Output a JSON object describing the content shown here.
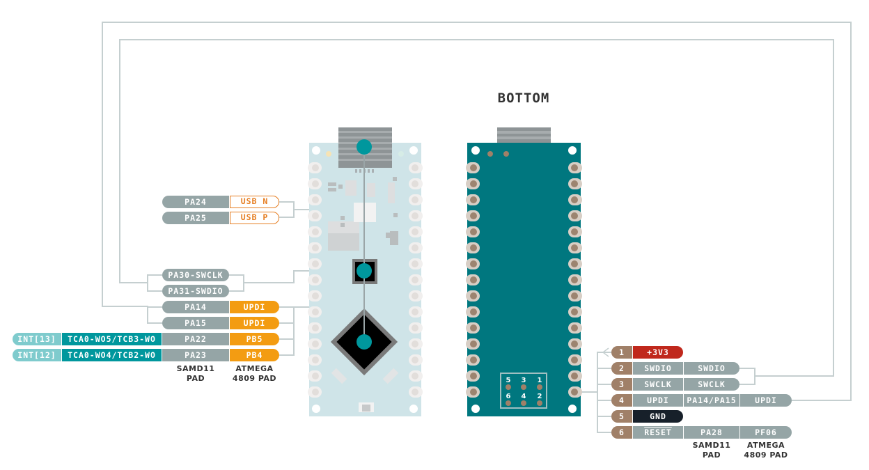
{
  "title": "BOTTOM",
  "colors": {
    "samd11_pad": "#95a5a6",
    "atmega_pad": "#f39c12",
    "usb_outline": "#e67e22",
    "function_teal": "#00979d",
    "interrupt_light_teal": "#7fcbcd",
    "header_pin_brown": "#a08068",
    "power_red": "#c0281c",
    "ground_black": "#17202a",
    "board_top": "#cfe4e8",
    "board_bottom": "#00777f",
    "wire": "#c5cfd0"
  },
  "top_board": {
    "labels": [
      {
        "samd11": "PA24",
        "usb": "USB N"
      },
      {
        "samd11": "PA25",
        "usb": "USB P"
      }
    ],
    "swd": [
      {
        "samd11": "PA30-SWCLK"
      },
      {
        "samd11": "PA31-SWDIO"
      }
    ],
    "pads": [
      {
        "interrupt": "",
        "function": "",
        "samd11": "PA14",
        "atmega": "UPDI"
      },
      {
        "interrupt": "",
        "function": "",
        "samd11": "PA15",
        "atmega": "UPDI"
      },
      {
        "interrupt": "INT[13]",
        "function": "TCA0-WO5/TCB3-WO",
        "samd11": "PA22",
        "atmega": "PB5"
      },
      {
        "interrupt": "INT[12]",
        "function": "TCA0-WO4/TCB2-WO",
        "samd11": "PA23",
        "atmega": "PB4"
      }
    ],
    "captions": {
      "samd11": "SAMD11\nPAD",
      "atmega": "ATMEGA\n4809 PAD"
    }
  },
  "bottom_board": {
    "header_pin_numbers_grid": [
      "5",
      "3",
      "1",
      "6",
      "4",
      "2"
    ],
    "header": [
      {
        "pin": "1",
        "name": "+3V3",
        "samd11": "",
        "atmega": "",
        "style": "power"
      },
      {
        "pin": "2",
        "name": "SWDIO",
        "samd11": "SWDIO",
        "atmega": "",
        "style": "signal"
      },
      {
        "pin": "3",
        "name": "SWCLK",
        "samd11": "SWCLK",
        "atmega": "",
        "style": "signal"
      },
      {
        "pin": "4",
        "name": "UPDI",
        "samd11": "PA14/PA15",
        "atmega": "UPDI",
        "style": "signal"
      },
      {
        "pin": "5",
        "name": "GND",
        "samd11": "",
        "atmega": "",
        "style": "ground"
      },
      {
        "pin": "6",
        "name": "RESET",
        "samd11": "PA28",
        "atmega": "PF06",
        "style": "signal"
      }
    ],
    "captions": {
      "samd11": "SAMD11\nPAD",
      "atmega": "ATMEGA\n4809 PAD"
    }
  }
}
